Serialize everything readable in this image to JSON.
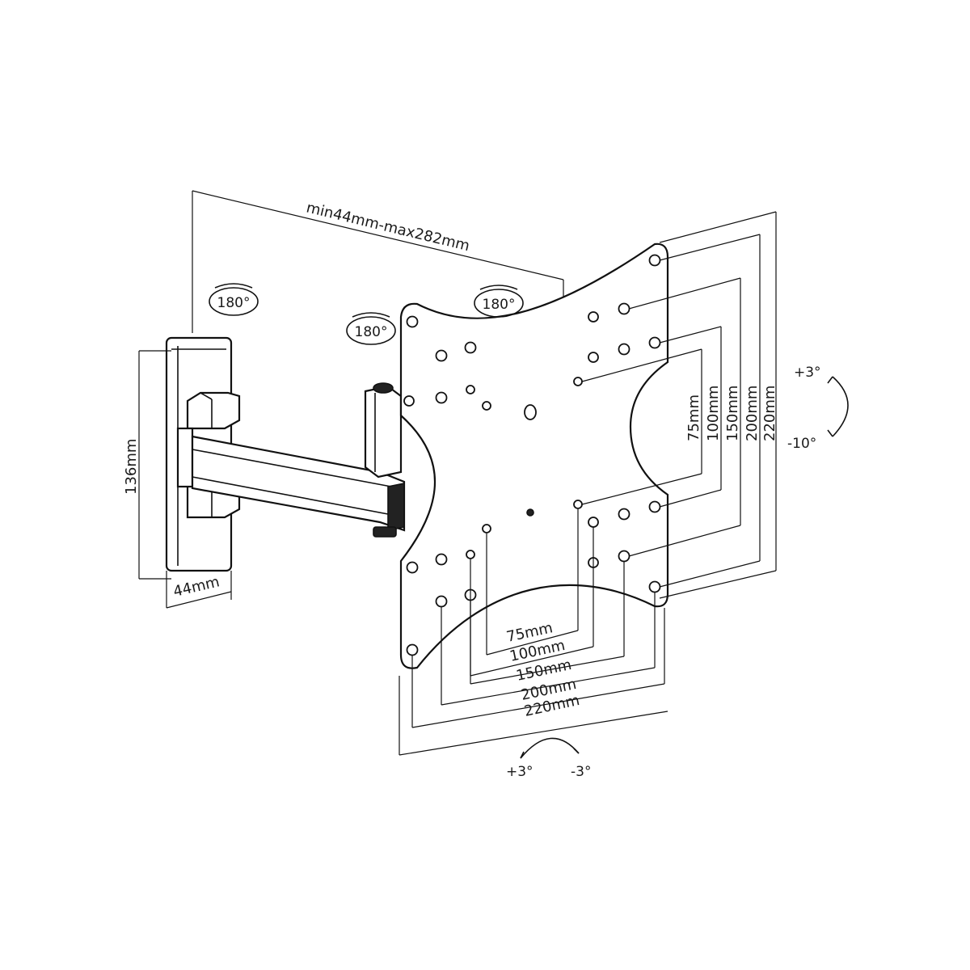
{
  "dimensions": {
    "arm_extension": "min44mm-max282mm",
    "wall_plate_height": "136mm",
    "wall_plate_depth": "44mm",
    "vertical_spacings": [
      "75mm",
      "100mm",
      "150mm",
      "200mm",
      "220mm"
    ],
    "horizontal_spacings": [
      "75mm",
      "100mm",
      "150mm",
      "200mm",
      "220mm"
    ]
  },
  "rotations": {
    "wall_swivel": "180°",
    "arm_swivel": "180°",
    "plate_swivel": "180°"
  },
  "tilt": {
    "up": "+3°",
    "down": "-10°"
  },
  "level": {
    "left": "+3°",
    "right": "-3°"
  }
}
